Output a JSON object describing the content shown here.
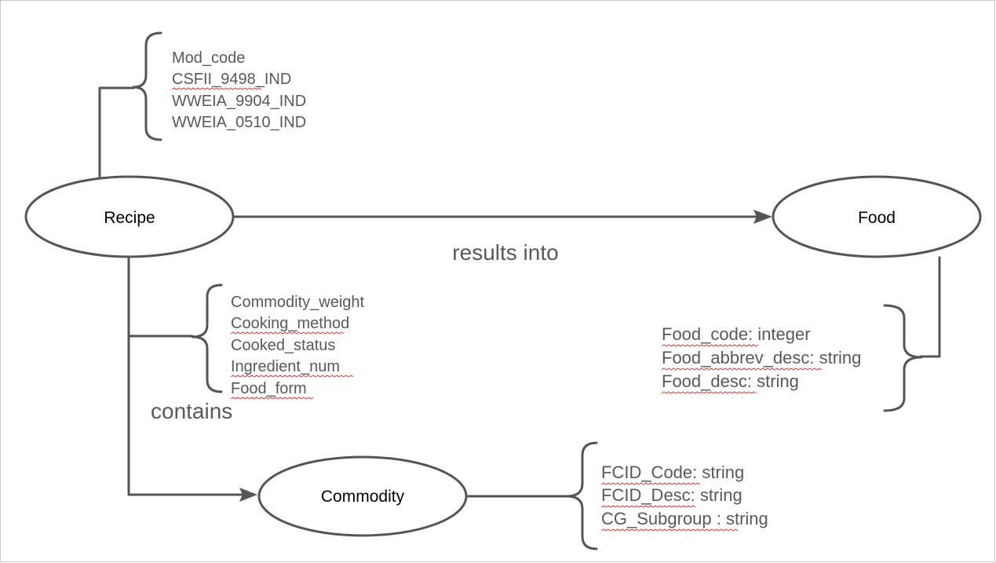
{
  "nodes": {
    "recipe": "Recipe",
    "food": "Food",
    "commodity": "Commodity"
  },
  "edges": {
    "results_into": "results into",
    "contains": "contains"
  },
  "recipe_attributes": [
    "Mod_code",
    "CSFII_9498_IND",
    "WWEIA_9904_IND",
    "WWEIA_0510_IND"
  ],
  "contains_attributes": [
    "Commodity_weight",
    "Cooking_method",
    "Cooked_status",
    "Ingredient_num",
    "Food_form"
  ],
  "food_attributes": [
    "Food_code:  integer",
    "Food_abbrev_desc:  string",
    "Food_desc:  string"
  ],
  "commodity_attributes": [
    "FCID_Code: string",
    "FCID_Desc: string",
    "CG_Subgroup : string"
  ],
  "colors": {
    "line": "#555555",
    "text": "#595959",
    "label": "#000000",
    "spellcheck": "#e03a3a"
  }
}
